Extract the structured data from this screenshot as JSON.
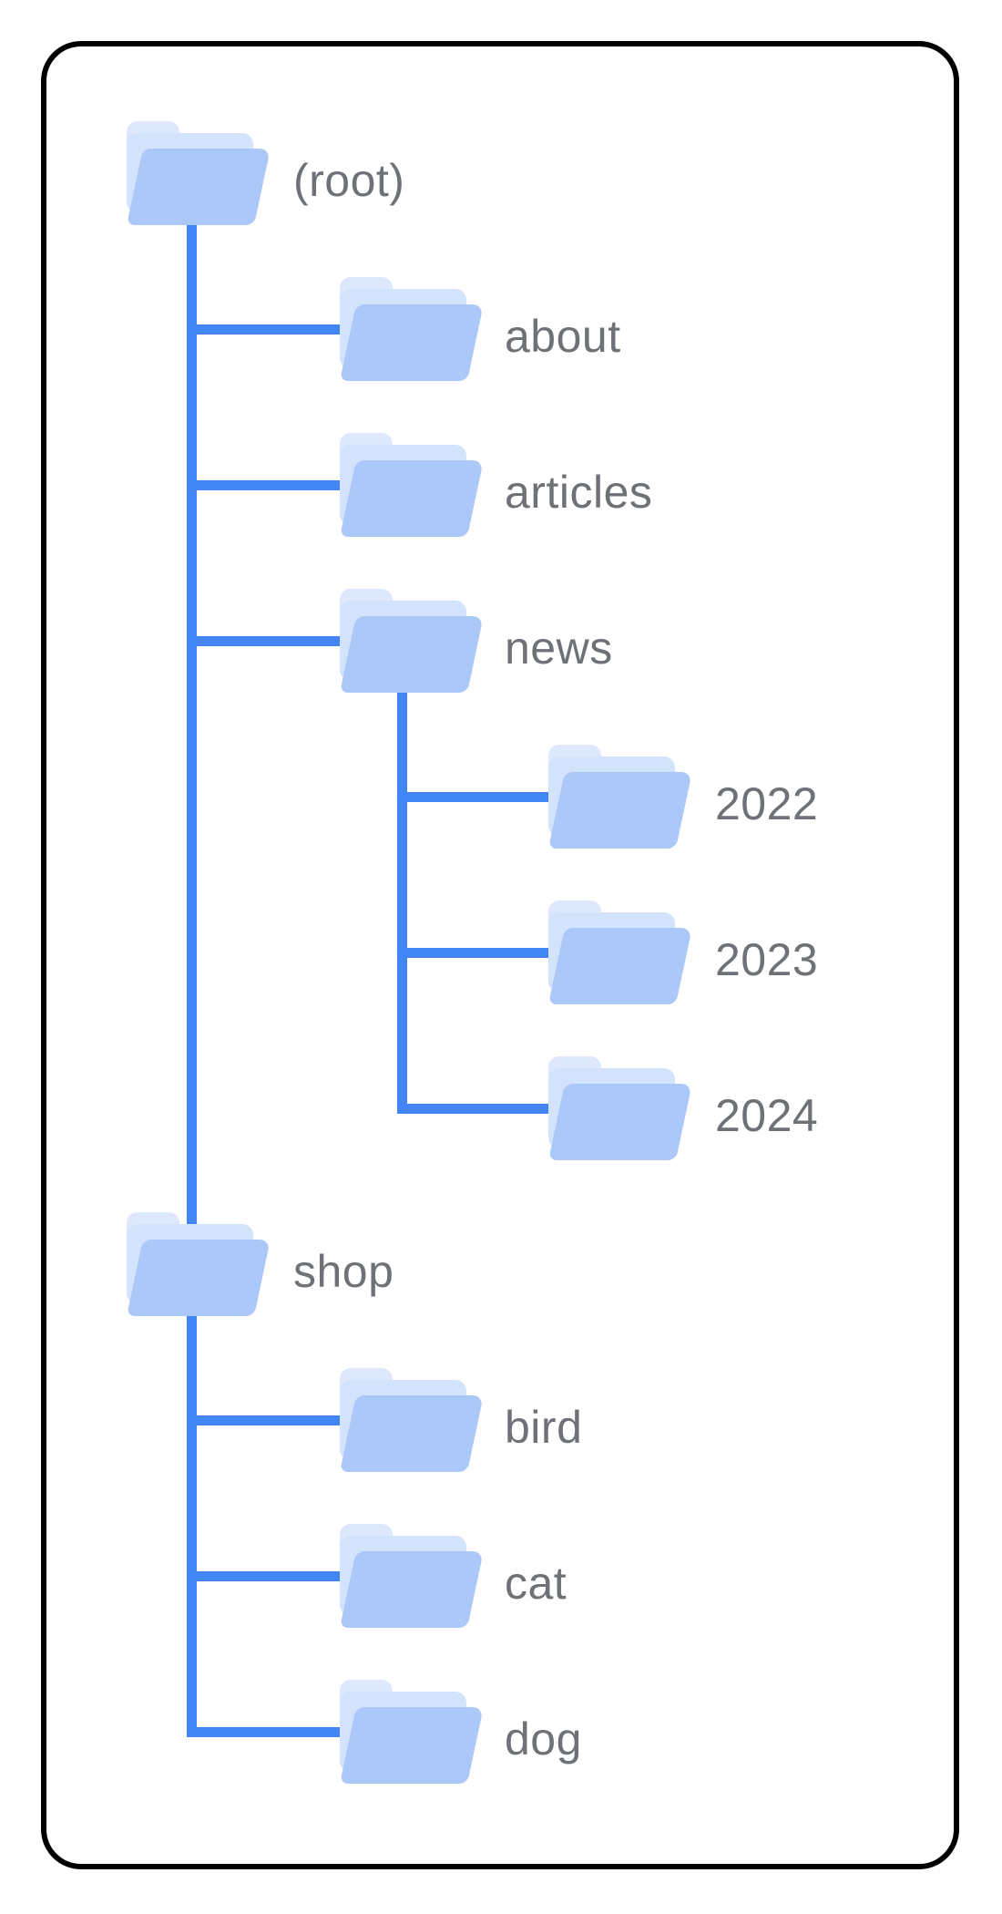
{
  "diagram": {
    "type": "folder-tree",
    "background": "#ffffff",
    "frame": {
      "border_color": "#000000"
    },
    "colors": {
      "connector_blue": "#4285f4",
      "folder_front": "#abc8f9",
      "folder_middle": "#d4e3fc",
      "folder_tab": "#dde8fd",
      "label_gray": "#6e7277"
    },
    "nodes": [
      {
        "id": "root",
        "label": "(root)",
        "row": 0,
        "level": 0
      },
      {
        "id": "about",
        "label": "about",
        "row": 1,
        "level": 1
      },
      {
        "id": "articles",
        "label": "articles",
        "row": 2,
        "level": 1
      },
      {
        "id": "news",
        "label": "news",
        "row": 3,
        "level": 1
      },
      {
        "id": "y2022",
        "label": "2022",
        "row": 4,
        "level": 2
      },
      {
        "id": "y2023",
        "label": "2023",
        "row": 5,
        "level": 2
      },
      {
        "id": "y2024",
        "label": "2024",
        "row": 6,
        "level": 2
      },
      {
        "id": "shop",
        "label": "shop",
        "row": 7,
        "level": 0
      },
      {
        "id": "bird",
        "label": "bird",
        "row": 8,
        "level": 1
      },
      {
        "id": "cat",
        "label": "cat",
        "row": 9,
        "level": 1
      },
      {
        "id": "dog",
        "label": "dog",
        "row": 10,
        "level": 1
      }
    ],
    "hierarchy": {
      "(root)": [
        "about",
        "articles",
        "news",
        "shop"
      ],
      "news": [
        "2022",
        "2023",
        "2024"
      ],
      "shop": [
        "bird",
        "cat",
        "dog"
      ]
    },
    "trunks": [
      {
        "parent": "root",
        "from_row": 0,
        "to_row": 10,
        "x_level": 0
      },
      {
        "parent": "news",
        "from_row": 3,
        "to_row": 6,
        "x_level": 1
      }
    ],
    "branches": [
      {
        "row": 1,
        "trunk": 0,
        "to_level": 1
      },
      {
        "row": 2,
        "trunk": 0,
        "to_level": 1
      },
      {
        "row": 3,
        "trunk": 0,
        "to_level": 1
      },
      {
        "row": 4,
        "trunk": 1,
        "to_level": 2
      },
      {
        "row": 5,
        "trunk": 1,
        "to_level": 2
      },
      {
        "row": 6,
        "trunk": 1,
        "to_level": 2
      },
      {
        "row": 8,
        "trunk": 0,
        "to_level": 1
      },
      {
        "row": 9,
        "trunk": 0,
        "to_level": 1
      },
      {
        "row": 10,
        "trunk": 0,
        "to_level": 1
      }
    ]
  }
}
